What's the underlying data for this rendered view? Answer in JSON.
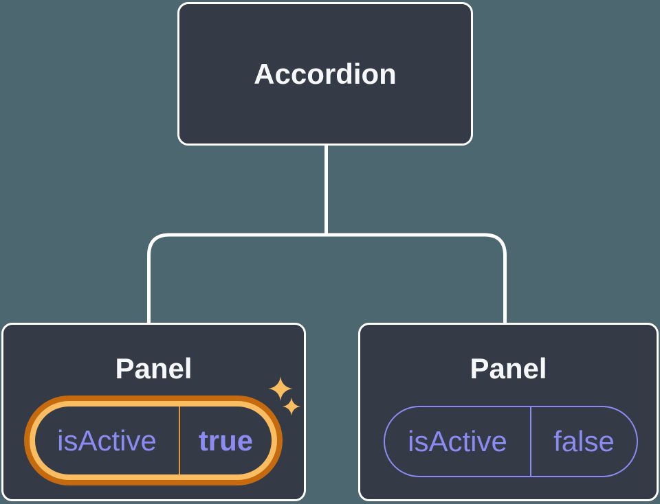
{
  "tree": {
    "root": {
      "label": "Accordion"
    },
    "children": [
      {
        "label": "Panel",
        "state": {
          "key": "isActive",
          "value": "true"
        },
        "highlighted": true,
        "icon": "sparkles-icon"
      },
      {
        "label": "Panel",
        "state": {
          "key": "isActive",
          "value": "false"
        },
        "highlighted": false
      }
    ]
  },
  "colors": {
    "background": "#4C6770",
    "card": "#343A46",
    "card_border": "#FFFFFF",
    "connector": "#FFFFFF",
    "title_text": "#F6F7F9",
    "purple": "#8B8BF2",
    "ring_outer_orange": "#C66A10",
    "ring_inner_gold": "#FABD62",
    "divider_gold": "#E19A3C",
    "sparkle": "#FABD62"
  }
}
